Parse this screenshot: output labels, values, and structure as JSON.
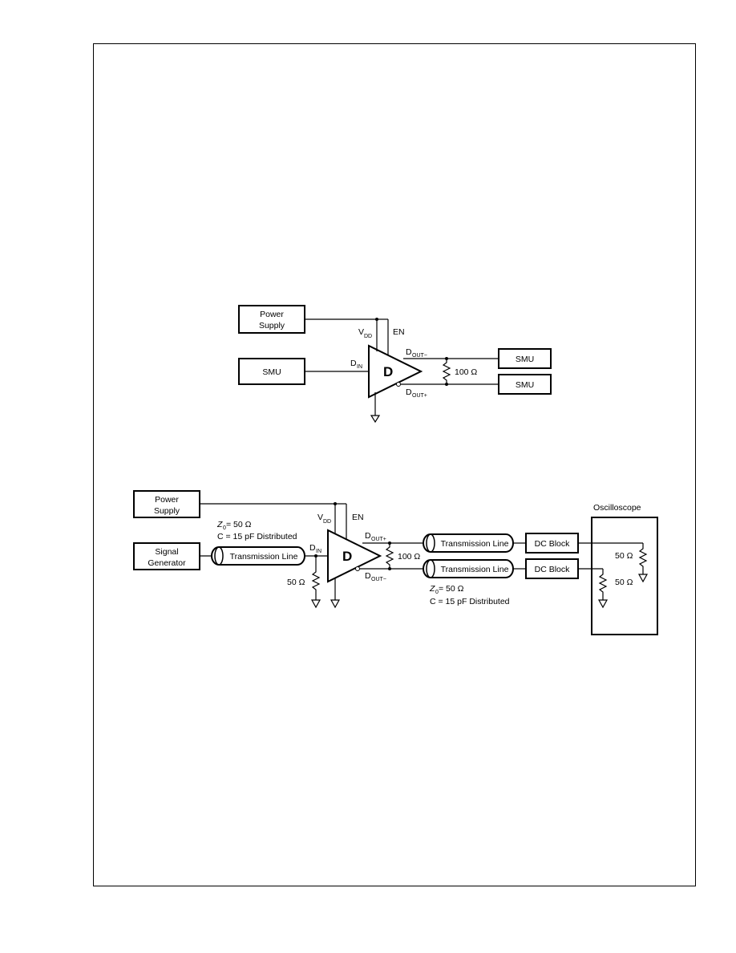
{
  "diagram1": {
    "power_supply": [
      "Power",
      "Supply"
    ],
    "smu_left": "SMU",
    "smu_top": "SMU",
    "smu_bottom": "SMU",
    "vdd_main": "V",
    "vdd_sub": "DD",
    "en": "EN",
    "din_main": "D",
    "din_sub": "IN",
    "driver": "D",
    "dout_minus_main": "D",
    "dout_minus_sub": "OUT−",
    "dout_plus_main": "D",
    "dout_plus_sub": "OUT+",
    "resistor": "100 Ω"
  },
  "diagram2": {
    "power_supply": [
      "Power",
      "Supply"
    ],
    "signal_generator": [
      "Signal",
      "Generator"
    ],
    "z0_main": "Z",
    "z0_sub": "0",
    "z0_value": " = 50 Ω",
    "cap_note": "C = 15 pF Distributed",
    "tline_in": "Transmission Line",
    "din_main": "D",
    "din_sub": "IN",
    "r_in": "50 Ω",
    "vdd_main": "V",
    "vdd_sub": "DD",
    "en": "EN",
    "driver": "D",
    "dout_plus_main": "D",
    "dout_plus_sub": "OUT+",
    "dout_minus_main": "D",
    "dout_minus_sub": "OUT−",
    "r_out": "100 Ω",
    "tline_top": "Transmission Line",
    "tline_bottom": "Transmission Line",
    "dc_block_top": "DC Block",
    "dc_block_bottom": "DC Block",
    "z0_out_main": "Z",
    "z0_out_sub": "0",
    "z0_out_value": " = 50 Ω",
    "cap_note_out": "C = 15 pF Distributed",
    "oscilloscope": "Oscilloscope",
    "scope_r_top": "50 Ω",
    "scope_r_bottom": "50 Ω"
  }
}
